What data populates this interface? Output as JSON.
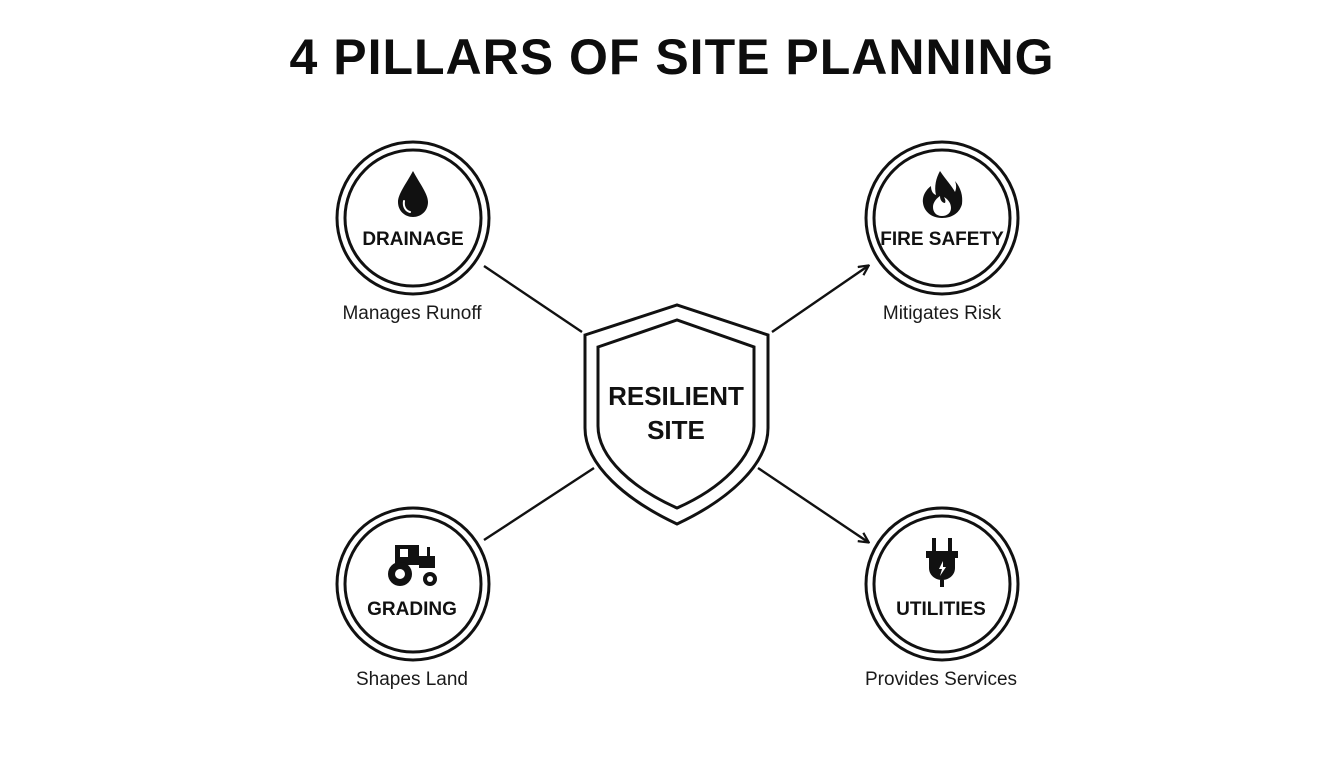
{
  "title": "4 PILLARS OF SITE PLANNING",
  "core": {
    "line1": "RESILIENT",
    "line2": "SITE",
    "icon": "shield-icon"
  },
  "pillars": [
    {
      "name": "DRAINAGE",
      "description": "Manages Runoff",
      "icon": "water-drop-icon"
    },
    {
      "name": "FIRE SAFETY",
      "description": "Mitigates Risk",
      "icon": "flame-icon"
    },
    {
      "name": "GRADING",
      "description": "Shapes Land",
      "icon": "tractor-icon"
    },
    {
      "name": "UTILITIES",
      "description": "Provides Services",
      "icon": "plug-icon"
    }
  ],
  "colors": {
    "stroke": "#111111",
    "background": "#ffffff"
  }
}
